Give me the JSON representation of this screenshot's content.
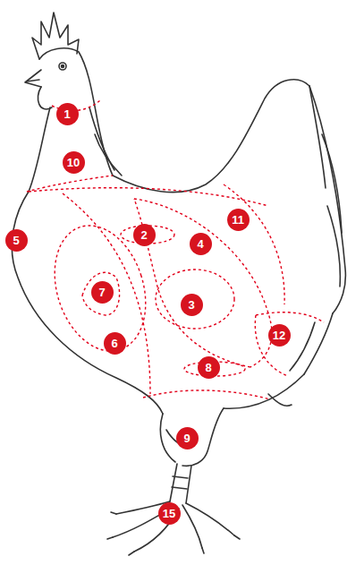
{
  "diagram": {
    "nodes": [
      {
        "text": [
          "1"
        ]
      },
      {
        "text": [
          "10"
        ]
      },
      {
        "text": [
          "11"
        ]
      },
      {
        "text": [
          "2"
        ]
      },
      {
        "text": [
          "5"
        ]
      },
      {
        "text": [
          "4"
        ]
      },
      {
        "text": [
          "7"
        ]
      },
      {
        "text": [
          "3"
        ]
      },
      {
        "text": [
          "12"
        ]
      },
      {
        "text": [
          "6"
        ]
      },
      {
        "text": [
          "8"
        ]
      },
      {
        "text": [
          "9"
        ]
      },
      {
        "text": [
          "15"
        ]
      }
    ]
  }
}
